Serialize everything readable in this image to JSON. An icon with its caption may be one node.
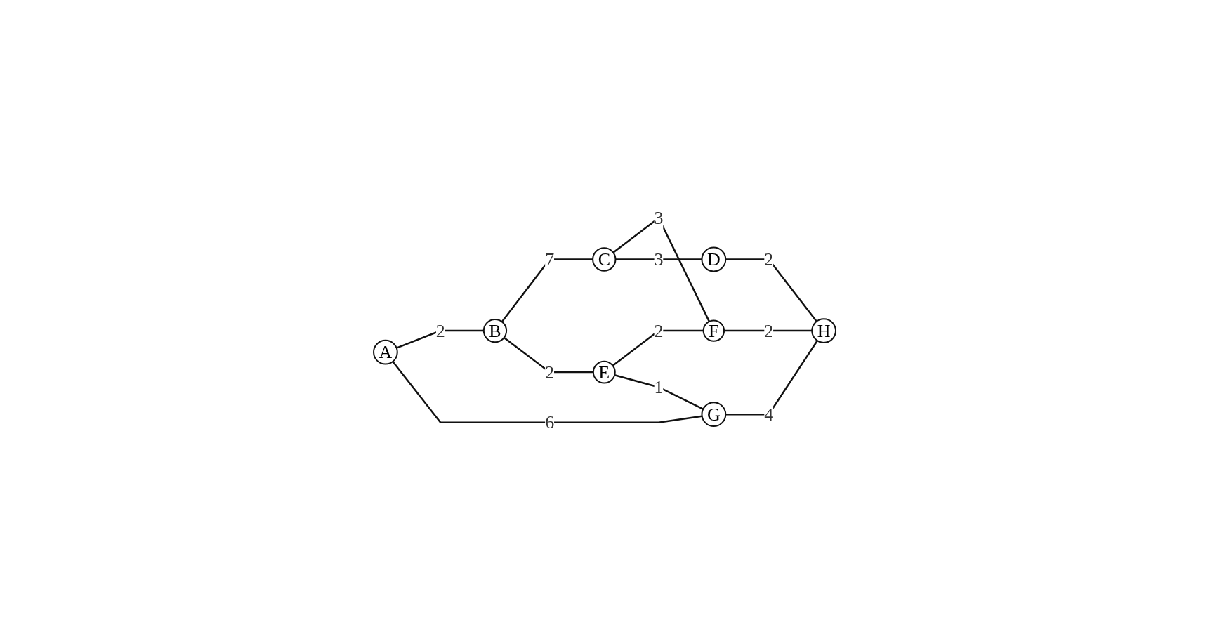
{
  "diagram": {
    "nodes": [
      {
        "text": [
          "A"
        ]
      },
      {
        "text": [
          "B"
        ]
      },
      {
        "text": [
          "C"
        ]
      },
      {
        "text": [
          "D"
        ]
      },
      {
        "text": [
          "E"
        ]
      },
      {
        "text": [
          "F"
        ]
      },
      {
        "text": [
          "G"
        ]
      },
      {
        "text": [
          "H"
        ]
      }
    ],
    "edges": [
      {
        "from": 0,
        "to": 1,
        "arrow": "none",
        "label": "2"
      },
      {
        "from": 1,
        "to": 2,
        "arrow": "none",
        "label": "7"
      },
      {
        "from": 1,
        "to": 4,
        "arrow": "none",
        "label": "2"
      },
      {
        "from": 2,
        "to": 5,
        "arrow": "none",
        "label": "3"
      },
      {
        "from": 2,
        "to": 3,
        "arrow": "none",
        "label": "3"
      },
      {
        "from": 4,
        "to": 5,
        "arrow": "none",
        "label": "2"
      },
      {
        "from": 0,
        "to": 6,
        "arrow": "none",
        "label": "6"
      },
      {
        "from": 4,
        "to": 6,
        "arrow": "none",
        "label": "1"
      },
      {
        "from": 5,
        "to": 7,
        "arrow": "none",
        "label": "2"
      },
      {
        "from": 3,
        "to": 7,
        "arrow": "none",
        "label": "2"
      },
      {
        "from": 6,
        "to": 7,
        "arrow": "none",
        "label": "4"
      }
    ]
  }
}
